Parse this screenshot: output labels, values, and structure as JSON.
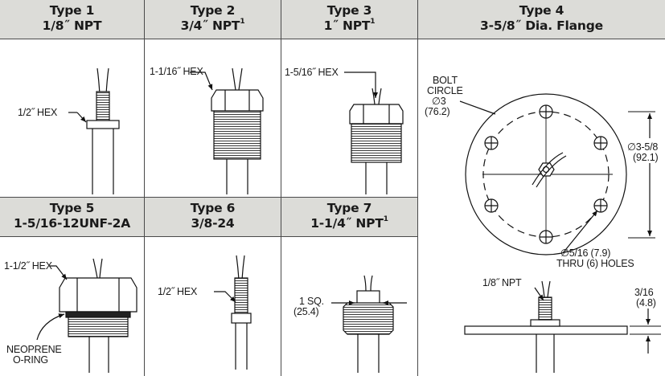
{
  "headers": {
    "type1": {
      "line1": "Type 1",
      "line2": "1/8˝ NPT"
    },
    "type2": {
      "line1": "Type 2",
      "line2": "3/4˝ NPT",
      "sup": "1"
    },
    "type3": {
      "line1": "Type 3",
      "line2": "1˝ NPT",
      "sup": "1"
    },
    "type4": {
      "line1": "Type 4",
      "line2": "3-5/8˝ Dia. Flange"
    },
    "type5": {
      "line1": "Type 5",
      "line2": "1-5/16-12UNF-2A"
    },
    "type6": {
      "line1": "Type 6",
      "line2": "3/8-24"
    },
    "type7": {
      "line1": "Type 7",
      "line2": "1-1/4˝ NPT",
      "sup": "1"
    }
  },
  "labels": {
    "t1_hex": "1/2˝ HEX",
    "t2_hex": "1-1/16˝ HEX",
    "t3_hex": "1-5/16˝ HEX",
    "t4_bolt1": "BOLT",
    "t4_bolt2": "CIRCLE",
    "t4_bolt3": "∅3",
    "t4_bolt4": "(76.2)",
    "t4_dia": "∅3-5/8",
    "t4_dia_mm": "(92.1)",
    "t4_holes1": "∅5/16 (7.9)",
    "t4_holes2": "THRU (6) HOLES",
    "t4_npt": "1/8˝ NPT",
    "t4_thk": "3/16",
    "t4_thk_mm": "(4.8)",
    "t5_hex": "1-1/2˝ HEX",
    "t5_oring1": "NEOPRENE",
    "t5_oring2": "O-RING",
    "t6_hex": "1/2˝ HEX",
    "t7_sq1": "1 SQ.",
    "t7_sq2": "(25.4)"
  }
}
